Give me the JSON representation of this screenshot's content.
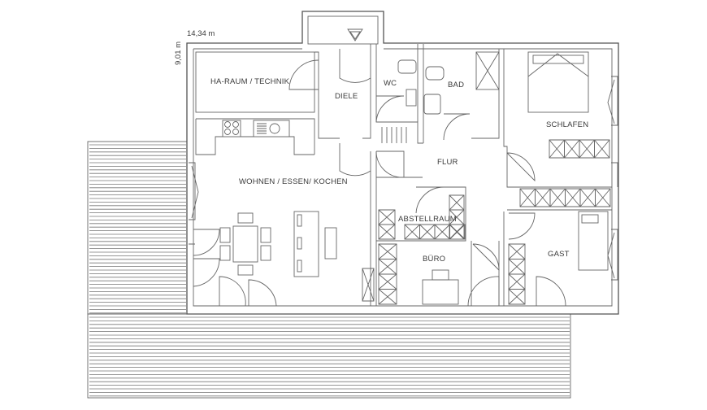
{
  "dimensions": {
    "width": "14,34 m",
    "depth": "9,01 m"
  },
  "rooms": {
    "ha_raum": "HA-RAUM / TECHNIK",
    "diele": "DIELE",
    "wc": "WC",
    "bad": "BAD",
    "schlafen": "SCHLAFEN",
    "wohnen": "WOHNEN / ESSEN/ KOCHEN",
    "flur": "FLUR",
    "abstellraum": "ABSTELLRAUM",
    "buero": "BÜRO",
    "gast": "GAST"
  }
}
